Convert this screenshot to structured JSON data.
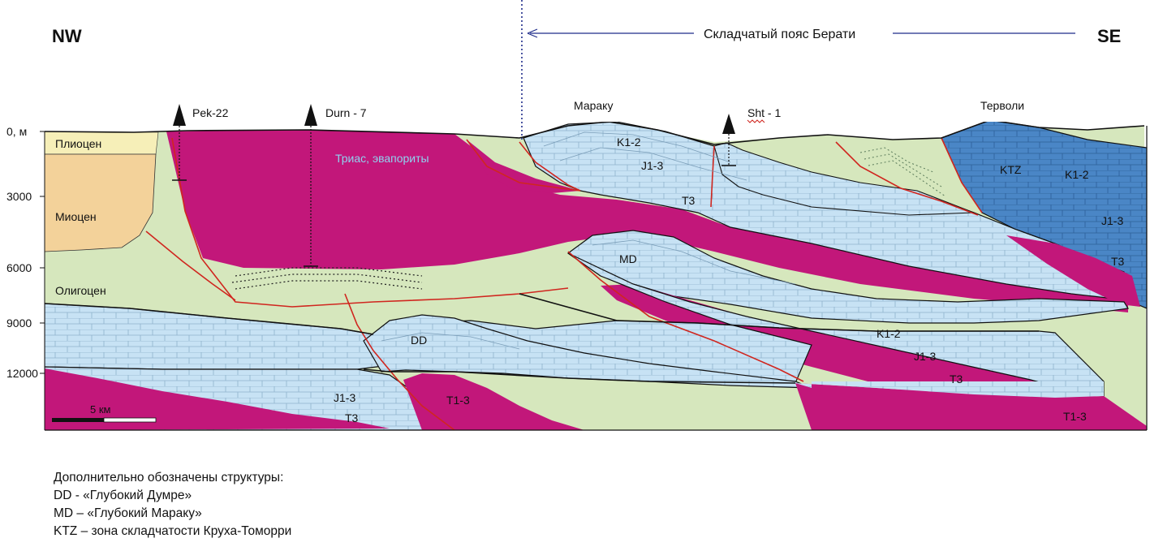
{
  "header": {
    "left_direction": "NW",
    "right_direction": "SE",
    "belt_label": "Складчатый пояс Берати"
  },
  "wells": {
    "pek": "Pek-22",
    "durn": "Durn - 7",
    "sht": "Sht - 1"
  },
  "place_labels": {
    "maraku": "Мараку",
    "tervoli": "Терволи"
  },
  "depth_axis": {
    "zero": "0, м",
    "ticks": [
      "3000",
      "6000",
      "9000",
      "12000"
    ]
  },
  "units": {
    "pliocene": "Плиоцен",
    "miocene": "Миоцен",
    "oligocene": "Олигоцен",
    "trias": "Триас, эвапориты"
  },
  "strata": {
    "k12": "K1-2",
    "j13": "J1-3",
    "t3": "T3",
    "t13": "T1-3",
    "md": "MD",
    "dd": "DD",
    "ktz": "KTZ"
  },
  "scale_bar": "5 км",
  "legend": {
    "title": "Дополнительно обозначены структуры:",
    "items": [
      "DD -  «Глубокий Думре»",
      "MD – «Глубокий Мараку»",
      "KTZ – зона складчатости Круха-Томорри"
    ]
  },
  "colors": {
    "trias_magenta": "#c2177a",
    "carbonate_blue": "#c7e2f4",
    "molasse_green": "#d6e7bd",
    "pliocene_yellow": "#f6efb8",
    "miocene_tan": "#f3d29a",
    "ktz_blue": "#4a86c6",
    "fault_red": "#d0261f",
    "belt_line_blue": "#1f2c8a"
  }
}
